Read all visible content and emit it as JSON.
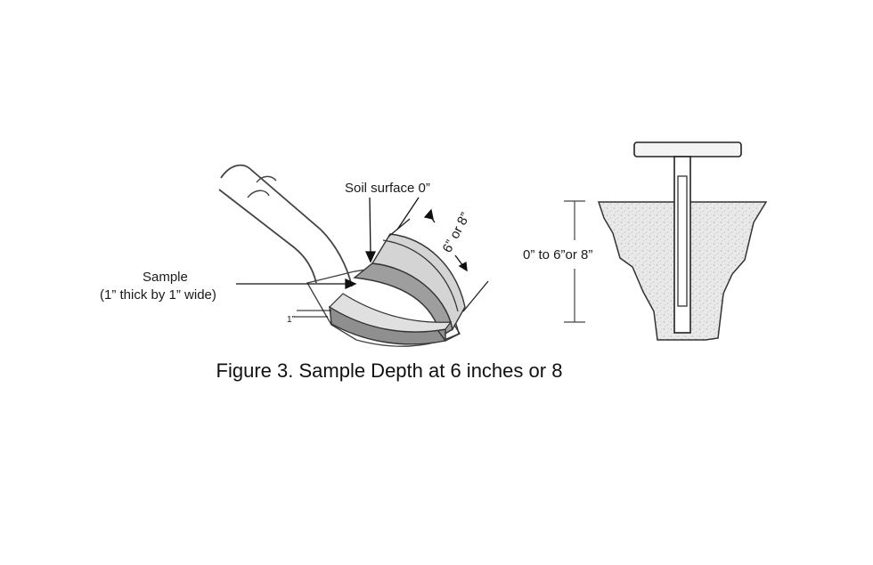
{
  "shovel_diagram": {
    "soil_surface_label": "Soil surface 0”",
    "depth_label": "6” or 8”",
    "sample_label_line1": "Sample",
    "sample_label_line2": "(1” thick  by 1” wide)",
    "width_label": "1”"
  },
  "probe_diagram": {
    "depth_range_label": "0” to 6”or 8”"
  },
  "caption": "Figure 3. Sample Depth at 6 inches or 8"
}
